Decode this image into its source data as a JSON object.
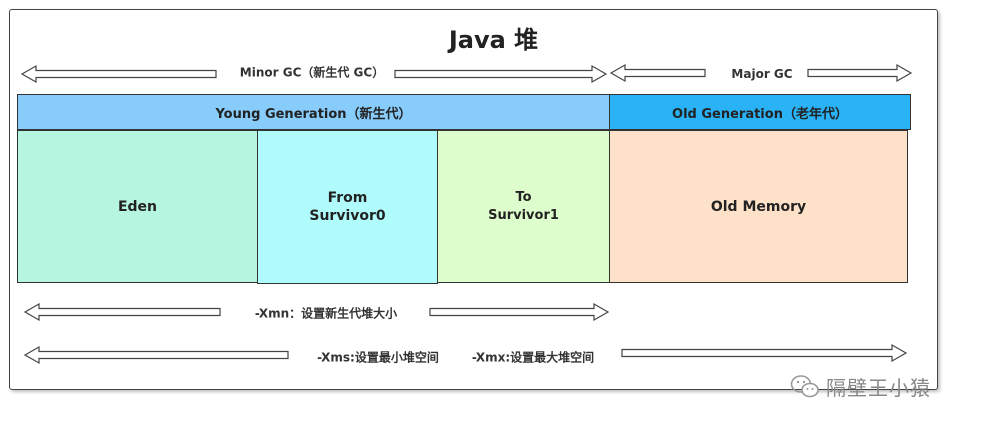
{
  "title": "Java 堆",
  "gc": {
    "minor_label": "Minor GC（新生代 GC）",
    "major_label": "Major GC"
  },
  "generations": {
    "young_label": "Young Generation（新生代）",
    "old_label": "Old Generation（老年代）"
  },
  "regions": {
    "eden": "Eden",
    "from_line1": "From",
    "from_line2": "Survivor0",
    "to_line1": "To",
    "to_line2": "Survivor1",
    "old_memory": "Old Memory"
  },
  "params": {
    "xmn": "-Xmn：设置新生代堆大小",
    "xms": "-Xms:设置最小堆空间",
    "xmx": "-Xmx:设置最大堆空间"
  },
  "watermark": "隔壁王小猿",
  "colors": {
    "young_bar": "#87ccfb",
    "old_bar": "#29b2f5",
    "eden": "#b6f6e1",
    "from": "#b0fbfb",
    "to": "#ddfdcc",
    "old_memory": "#fde2c9"
  }
}
